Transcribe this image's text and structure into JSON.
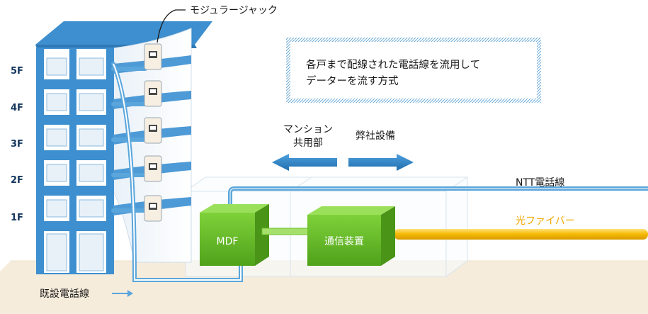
{
  "labels": {
    "modular_jack": "モジュラージャック",
    "existing_line": "既設電話線",
    "ntt_line": "NTT電話線",
    "optical_fiber": "光ファイバー",
    "mdf": "MDF",
    "comm_equipment": "通信装置",
    "mansion_shared_line1": "マンション",
    "mansion_shared_line2": "共用部",
    "company_equipment": "弊社設備",
    "description_line1": "各戸まで配線された電話線を流用して",
    "description_line2": "データーを流す方式"
  },
  "floors": [
    "5F",
    "4F",
    "3F",
    "2F",
    "1F"
  ],
  "colors": {
    "building_blue": "#3d8fcf",
    "wire_blue": "#5aa6dc",
    "ground": "#f6ecdb",
    "green_box": "#6cc22c",
    "fiber": "#f5b800",
    "fiber_text": "#f0a800",
    "text_dark": "#1a1a1a",
    "text_navy": "#14365e",
    "dash_frame": "#5a9fcf"
  }
}
